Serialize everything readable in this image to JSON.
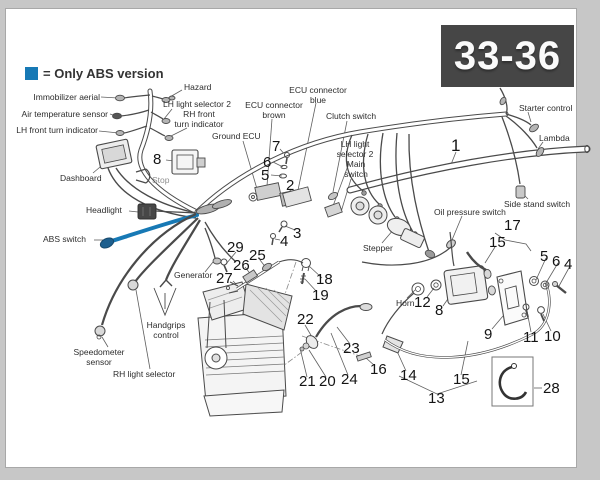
{
  "badge": {
    "text": "33-36"
  },
  "legend": {
    "text": "= Only ABS version"
  },
  "colors": {
    "abs_blue": "#1779b5",
    "badge_bg": "#464646",
    "line_art": "#4a4a4a",
    "label_text": "#2d2d2d",
    "muted_text": "#8f8f8f",
    "page_bg": "#ffffff",
    "frame_bg": "#c7c7c7"
  },
  "labels": [
    {
      "id": "immobilizer-aerial",
      "text": "Immobilizer aerial"
    },
    {
      "id": "air-temperature-sensor",
      "text": "Air temperature sensor"
    },
    {
      "id": "lh-front-turn-indicator",
      "text": "LH front turn indicator"
    },
    {
      "id": "dashboard",
      "text": "Dashboard"
    },
    {
      "id": "hazard",
      "text": "Hazard"
    },
    {
      "id": "lh-light-selector-2-left",
      "text": "LH light selector 2"
    },
    {
      "id": "rh-front-turn-indicator",
      "text": "RH front\nturn indicator"
    },
    {
      "id": "ground-ecu",
      "text": "Ground ECU"
    },
    {
      "id": "ecu-connector-brown",
      "text": "ECU connector\nbrown"
    },
    {
      "id": "ecu-connector-blue",
      "text": "ECU connector\nblue"
    },
    {
      "id": "clutch-switch",
      "text": "Clutch switch"
    },
    {
      "id": "lh-light-selector-2-right",
      "text": "LH light\nselector 2"
    },
    {
      "id": "main-switch",
      "text": "Main\nswitch"
    },
    {
      "id": "starter-control",
      "text": "Starter control"
    },
    {
      "id": "lambda",
      "text": "Lambda"
    },
    {
      "id": "side-stand-switch",
      "text": "Side stand switch"
    },
    {
      "id": "oil-pressure-switch",
      "text": "Oil pressure switch"
    },
    {
      "id": "stepper",
      "text": "Stepper"
    },
    {
      "id": "horn",
      "text": "Horn"
    },
    {
      "id": "stop",
      "text": "Stop"
    },
    {
      "id": "headlight",
      "text": "Headlight"
    },
    {
      "id": "abs-switch",
      "text": "ABS switch"
    },
    {
      "id": "speedometer-sensor",
      "text": "Speedometer\nsensor"
    },
    {
      "id": "rh-light-selector",
      "text": "RH light selector"
    },
    {
      "id": "handgrips-control",
      "text": "Handgrips\ncontrol"
    },
    {
      "id": "generator",
      "text": "Generator"
    }
  ],
  "callouts": [
    {
      "id": "8-stop-switch",
      "text": "8"
    },
    {
      "id": "7",
      "text": "7"
    },
    {
      "id": "6-left",
      "text": "6"
    },
    {
      "id": "5-left",
      "text": "5"
    },
    {
      "id": "2",
      "text": "2"
    },
    {
      "id": "3",
      "text": "3"
    },
    {
      "id": "4-left",
      "text": "4"
    },
    {
      "id": "29",
      "text": "29"
    },
    {
      "id": "25",
      "text": "25"
    },
    {
      "id": "26",
      "text": "26"
    },
    {
      "id": "27",
      "text": "27"
    },
    {
      "id": "18",
      "text": "18"
    },
    {
      "id": "19",
      "text": "19"
    },
    {
      "id": "22",
      "text": "22"
    },
    {
      "id": "23",
      "text": "23"
    },
    {
      "id": "21",
      "text": "21"
    },
    {
      "id": "20",
      "text": "20"
    },
    {
      "id": "24",
      "text": "24"
    },
    {
      "id": "16",
      "text": "16"
    },
    {
      "id": "14",
      "text": "14"
    },
    {
      "id": "13",
      "text": "13"
    },
    {
      "id": "15-lower",
      "text": "15"
    },
    {
      "id": "28",
      "text": "28"
    },
    {
      "id": "12",
      "text": "12"
    },
    {
      "id": "8-coil",
      "text": "8"
    },
    {
      "id": "9",
      "text": "9"
    },
    {
      "id": "11",
      "text": "11"
    },
    {
      "id": "10",
      "text": "10"
    },
    {
      "id": "5-right",
      "text": "5"
    },
    {
      "id": "6-right",
      "text": "6"
    },
    {
      "id": "4-right",
      "text": "4"
    },
    {
      "id": "15-upper",
      "text": "15"
    },
    {
      "id": "17",
      "text": "17"
    },
    {
      "id": "1",
      "text": "1"
    }
  ]
}
